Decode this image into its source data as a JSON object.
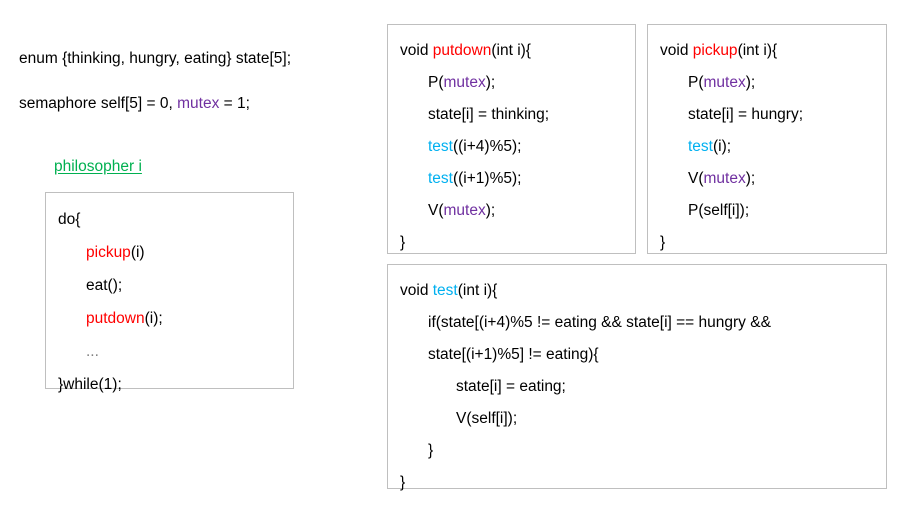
{
  "declarations": [
    {
      "id": "enum-decl",
      "segments": [
        {
          "text": "enum {thinking, hungry, eating} state[5];",
          "color": "black"
        }
      ]
    },
    {
      "id": "semaphore-decl",
      "segments": [
        {
          "text": "semaphore self[5] = 0, ",
          "color": "black"
        },
        {
          "text": "mutex",
          "color": "purple"
        },
        {
          "text": " = 1;",
          "color": "black"
        }
      ]
    }
  ],
  "caption": {
    "text": "philosopher i",
    "color": "#00B050"
  },
  "colors": {
    "red": "#FF0000",
    "cyan": "#00B0F0",
    "purple": "#7030A0",
    "green": "#00B050",
    "black": "#000000",
    "gray": "#808080",
    "border": "#BFBFBF",
    "background": "#FFFFFF"
  },
  "boxes": {
    "philosopher": {
      "title": "philosopher-loop",
      "lines": [
        {
          "indent": 0,
          "segments": [
            {
              "text": "do{",
              "color": "black"
            }
          ]
        },
        {
          "indent": 1,
          "segments": [
            {
              "text": "pickup",
              "color": "red"
            },
            {
              "text": "(i)",
              "color": "black"
            }
          ]
        },
        {
          "indent": 1,
          "segments": [
            {
              "text": "eat();",
              "color": "black"
            }
          ]
        },
        {
          "indent": 1,
          "segments": [
            {
              "text": "putdown",
              "color": "red"
            },
            {
              "text": "(i);",
              "color": "black"
            }
          ]
        },
        {
          "indent": 1,
          "segments": [
            {
              "text": "...",
              "color": "gray"
            }
          ]
        },
        {
          "indent": 0,
          "segments": [
            {
              "text": "}while(1);",
              "color": "black"
            }
          ]
        }
      ]
    },
    "putdown": {
      "title": "putdown-function",
      "lines": [
        {
          "indent": 0,
          "segments": [
            {
              "text": "void ",
              "color": "black"
            },
            {
              "text": "putdown",
              "color": "red"
            },
            {
              "text": "(int i){",
              "color": "black"
            }
          ]
        },
        {
          "indent": 1,
          "segments": [
            {
              "text": "P(",
              "color": "black"
            },
            {
              "text": "mutex",
              "color": "purple"
            },
            {
              "text": ");",
              "color": "black"
            }
          ]
        },
        {
          "indent": 1,
          "segments": [
            {
              "text": "state[i] = thinking;",
              "color": "black"
            }
          ]
        },
        {
          "indent": 1,
          "segments": [
            {
              "text": "test",
              "color": "cyan"
            },
            {
              "text": "((i+4)%5);",
              "color": "black"
            }
          ]
        },
        {
          "indent": 1,
          "segments": [
            {
              "text": "test",
              "color": "cyan"
            },
            {
              "text": "((i+1)%5);",
              "color": "black"
            }
          ]
        },
        {
          "indent": 1,
          "segments": [
            {
              "text": "V(",
              "color": "black"
            },
            {
              "text": "mutex",
              "color": "purple"
            },
            {
              "text": ");",
              "color": "black"
            }
          ]
        },
        {
          "indent": 0,
          "segments": [
            {
              "text": "}",
              "color": "black"
            }
          ]
        }
      ]
    },
    "pickup": {
      "title": "pickup-function",
      "lines": [
        {
          "indent": 0,
          "segments": [
            {
              "text": "void ",
              "color": "black"
            },
            {
              "text": "pickup",
              "color": "red"
            },
            {
              "text": "(int i){",
              "color": "black"
            }
          ]
        },
        {
          "indent": 1,
          "segments": [
            {
              "text": "P(",
              "color": "black"
            },
            {
              "text": "mutex",
              "color": "purple"
            },
            {
              "text": ");",
              "color": "black"
            }
          ]
        },
        {
          "indent": 1,
          "segments": [
            {
              "text": "state[i] = hungry;",
              "color": "black"
            }
          ]
        },
        {
          "indent": 1,
          "segments": [
            {
              "text": "test",
              "color": "cyan"
            },
            {
              "text": "(i);",
              "color": "black"
            }
          ]
        },
        {
          "indent": 1,
          "segments": [
            {
              "text": "V(",
              "color": "black"
            },
            {
              "text": "mutex",
              "color": "purple"
            },
            {
              "text": ");",
              "color": "black"
            }
          ]
        },
        {
          "indent": 1,
          "segments": [
            {
              "text": "P(self[i]);",
              "color": "black"
            }
          ]
        },
        {
          "indent": 0,
          "segments": [
            {
              "text": "}",
              "color": "black"
            }
          ]
        }
      ]
    },
    "test": {
      "title": "test-function",
      "lines": [
        {
          "indent": 0,
          "segments": [
            {
              "text": "void ",
              "color": "black"
            },
            {
              "text": "test",
              "color": "cyan"
            },
            {
              "text": "(int i){",
              "color": "black"
            }
          ]
        },
        {
          "indent": 1,
          "segments": [
            {
              "text": "if(state[(i+4)%5 != eating && state[i] == hungry &&",
              "color": "black"
            }
          ]
        },
        {
          "indent": 1,
          "segments": [
            {
              "text": "state[(i+1)%5] != eating){",
              "color": "black"
            }
          ]
        },
        {
          "indent": 2,
          "segments": [
            {
              "text": "state[i] = eating;",
              "color": "black"
            }
          ]
        },
        {
          "indent": 2,
          "segments": [
            {
              "text": "V(self[i]);",
              "color": "black"
            }
          ]
        },
        {
          "indent": 1,
          "segments": [
            {
              "text": "}",
              "color": "black"
            }
          ]
        },
        {
          "indent": 0,
          "segments": [
            {
              "text": "}",
              "color": "black"
            }
          ]
        }
      ]
    }
  }
}
